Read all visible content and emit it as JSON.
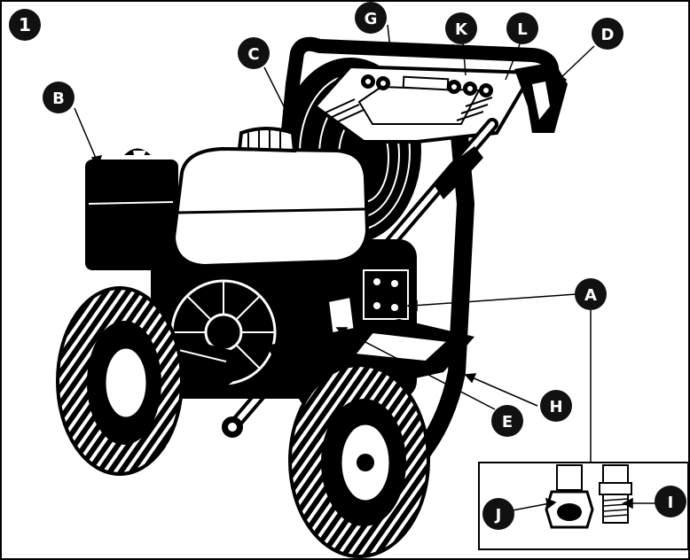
{
  "figure": {
    "number": "1",
    "colors": {
      "ink": "#000000",
      "paper": "#ffffff",
      "tank": "#ffffff",
      "panel": "#e8e8e8",
      "callout": "#111111"
    }
  },
  "callouts": {
    "A": "A",
    "B": "B",
    "C": "C",
    "D": "D",
    "E": "E",
    "G": "G",
    "H": "H",
    "I": "I",
    "J": "J",
    "K": "K",
    "L": "L"
  }
}
